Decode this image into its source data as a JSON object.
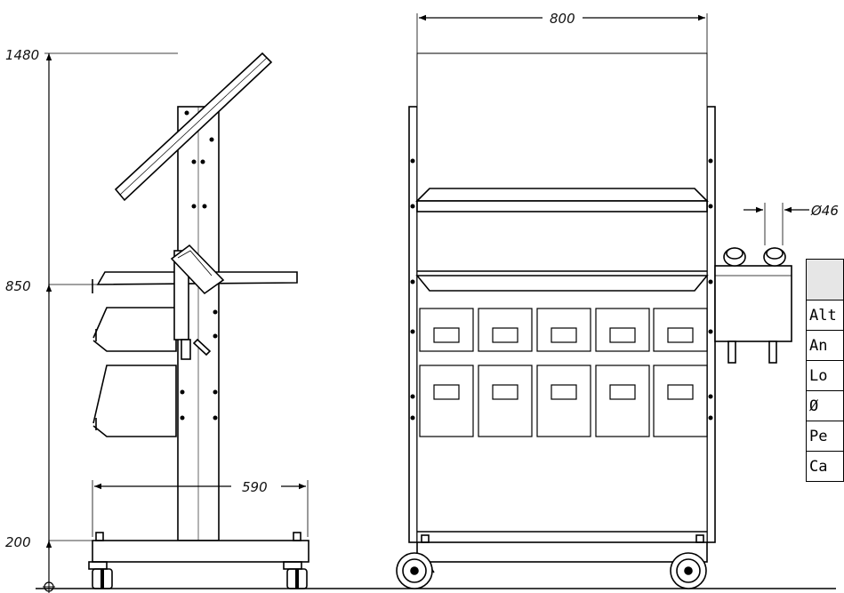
{
  "dimensions": {
    "height_top": "1480",
    "height_shelf": "850",
    "height_base": "200",
    "depth": "590",
    "width": "800",
    "diameter": "Ø46"
  },
  "spec_table": {
    "header": "",
    "rows": [
      "Alt",
      "An",
      "Lo",
      "Ø",
      "Pe",
      "Ca"
    ]
  }
}
